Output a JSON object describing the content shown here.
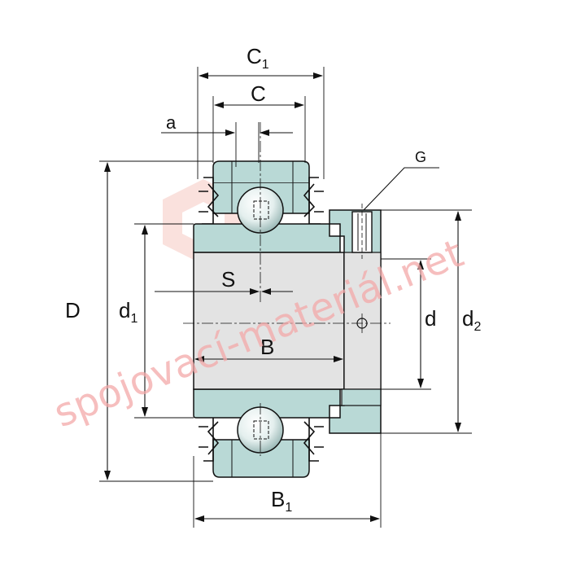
{
  "labels": {
    "C1": {
      "base": "C",
      "sub": "1"
    },
    "C": "C",
    "a": "a",
    "G": "G",
    "D": "D",
    "d1": {
      "base": "d",
      "sub": "1"
    },
    "S": "S",
    "B": "B",
    "d": "d",
    "d2": {
      "base": "d",
      "sub": "2"
    },
    "B1": {
      "base": "B",
      "sub": "1"
    }
  },
  "watermark": {
    "text": "spojovací-materiál.net"
  },
  "colors": {
    "fill": "#b9d9d6",
    "fill_dark": "#8fb7b3",
    "bore": "#e3e3e3",
    "line": "#111111",
    "watermark": "#f3a9a9",
    "logo": "#f6c9c3"
  }
}
